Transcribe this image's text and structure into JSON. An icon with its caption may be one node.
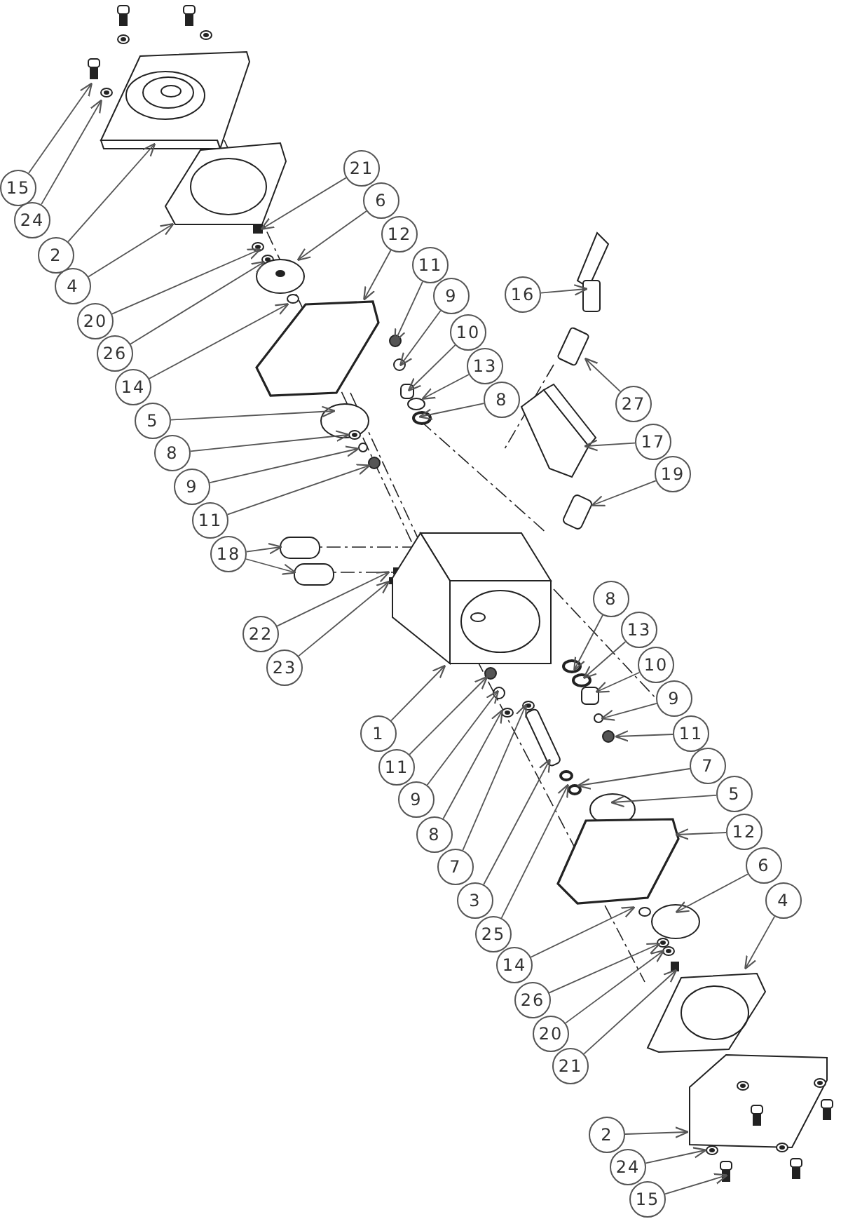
{
  "diagram": {
    "nodes": [
      {
        "text": [
          "21"
        ]
      },
      {
        "text": [
          "15"
        ]
      },
      {
        "text": [
          "6"
        ]
      },
      {
        "text": [
          "24"
        ]
      },
      {
        "text": [
          "12"
        ]
      },
      {
        "text": [
          "2"
        ]
      },
      {
        "text": [
          "11"
        ]
      },
      {
        "text": [
          "4"
        ]
      },
      {
        "text": [
          "16"
        ]
      },
      {
        "text": [
          "9"
        ]
      },
      {
        "text": [
          "20"
        ]
      },
      {
        "text": [
          "10"
        ]
      },
      {
        "text": [
          "26"
        ]
      },
      {
        "text": [
          "13"
        ]
      },
      {
        "text": [
          "14"
        ]
      },
      {
        "text": [
          "8"
        ]
      },
      {
        "text": [
          "27"
        ]
      },
      {
        "text": [
          "5"
        ]
      },
      {
        "text": [
          "17"
        ]
      },
      {
        "text": [
          "8"
        ]
      },
      {
        "text": [
          "19"
        ]
      },
      {
        "text": [
          "9"
        ]
      },
      {
        "text": [
          "11"
        ]
      },
      {
        "text": [
          "18"
        ]
      },
      {
        "text": [
          "8"
        ]
      },
      {
        "text": [
          "22"
        ]
      },
      {
        "text": [
          "13"
        ]
      },
      {
        "text": [
          "23"
        ]
      },
      {
        "text": [
          "10"
        ]
      },
      {
        "text": [
          "9"
        ]
      },
      {
        "text": [
          "1"
        ]
      },
      {
        "text": [
          "11"
        ]
      },
      {
        "text": [
          "7"
        ]
      },
      {
        "text": [
          "11"
        ]
      },
      {
        "text": [
          "9"
        ]
      },
      {
        "text": [
          "5"
        ]
      },
      {
        "text": [
          "12"
        ]
      },
      {
        "text": [
          "8"
        ]
      },
      {
        "text": [
          "6"
        ]
      },
      {
        "text": [
          "7"
        ]
      },
      {
        "text": [
          "4"
        ]
      },
      {
        "text": [
          "3"
        ]
      },
      {
        "text": [
          "25"
        ]
      },
      {
        "text": [
          "14"
        ]
      },
      {
        "text": [
          "26"
        ]
      },
      {
        "text": [
          "20"
        ]
      },
      {
        "text": [
          "21"
        ]
      },
      {
        "text": [
          "2"
        ]
      },
      {
        "text": [
          "24"
        ]
      },
      {
        "text": [
          "15"
        ]
      }
    ],
    "edges": [
      {
        "from": 0,
        "to": null,
        "arrow": "to"
      },
      {
        "from": 1,
        "to": null,
        "arrow": "to"
      },
      {
        "from": 2,
        "to": null,
        "arrow": "to"
      },
      {
        "from": 3,
        "to": null,
        "arrow": "to"
      },
      {
        "from": 4,
        "to": null,
        "arrow": "to"
      },
      {
        "from": 5,
        "to": null,
        "arrow": "to"
      },
      {
        "from": 6,
        "to": null,
        "arrow": "to"
      },
      {
        "from": 7,
        "to": null,
        "arrow": "to"
      },
      {
        "from": 8,
        "to": null,
        "arrow": "to"
      },
      {
        "from": 9,
        "to": null,
        "arrow": "to"
      },
      {
        "from": 10,
        "to": null,
        "arrow": "to"
      },
      {
        "from": 11,
        "to": null,
        "arrow": "to"
      },
      {
        "from": 12,
        "to": null,
        "arrow": "to"
      },
      {
        "from": 13,
        "to": null,
        "arrow": "to"
      },
      {
        "from": 14,
        "to": null,
        "arrow": "to"
      },
      {
        "from": 15,
        "to": null,
        "arrow": "to"
      },
      {
        "from": 16,
        "to": null,
        "arrow": "to"
      },
      {
        "from": 17,
        "to": null,
        "arrow": "to"
      },
      {
        "from": 18,
        "to": null,
        "arrow": "to"
      },
      {
        "from": 19,
        "to": null,
        "arrow": "to"
      },
      {
        "from": 20,
        "to": null,
        "arrow": "to"
      },
      {
        "from": 21,
        "to": null,
        "arrow": "to"
      },
      {
        "from": 22,
        "to": null,
        "arrow": "to"
      },
      {
        "from": 23,
        "to": null,
        "arrow": "to"
      },
      {
        "from": 23,
        "to": null,
        "arrow": "to"
      },
      {
        "from": 24,
        "to": null,
        "arrow": "to"
      },
      {
        "from": 25,
        "to": null,
        "arrow": "to"
      },
      {
        "from": 26,
        "to": null,
        "arrow": "to"
      },
      {
        "from": 27,
        "to": null,
        "arrow": "to"
      },
      {
        "from": 28,
        "to": null,
        "arrow": "to"
      },
      {
        "from": 29,
        "to": null,
        "arrow": "to"
      },
      {
        "from": 30,
        "to": null,
        "arrow": "to"
      },
      {
        "from": 31,
        "to": null,
        "arrow": "to"
      },
      {
        "from": 32,
        "to": null,
        "arrow": "to"
      },
      {
        "from": 33,
        "to": null,
        "arrow": "to"
      },
      {
        "from": 34,
        "to": null,
        "arrow": "to"
      },
      {
        "from": 35,
        "to": null,
        "arrow": "to"
      },
      {
        "from": 36,
        "to": null,
        "arrow": "to"
      },
      {
        "from": 37,
        "to": null,
        "arrow": "to"
      },
      {
        "from": 38,
        "to": null,
        "arrow": "to"
      },
      {
        "from": 39,
        "to": null,
        "arrow": "to"
      },
      {
        "from": 40,
        "to": null,
        "arrow": "to"
      },
      {
        "from": 41,
        "to": null,
        "arrow": "to"
      },
      {
        "from": 42,
        "to": null,
        "arrow": "to"
      },
      {
        "from": 43,
        "to": null,
        "arrow": "to"
      },
      {
        "from": 44,
        "to": null,
        "arrow": "to"
      },
      {
        "from": 45,
        "to": null,
        "arrow": "to"
      },
      {
        "from": 46,
        "to": null,
        "arrow": "to"
      },
      {
        "from": 47,
        "to": null,
        "arrow": "to"
      },
      {
        "from": 48,
        "to": null,
        "arrow": "to"
      },
      {
        "from": 49,
        "to": null,
        "arrow": "to"
      }
    ]
  }
}
